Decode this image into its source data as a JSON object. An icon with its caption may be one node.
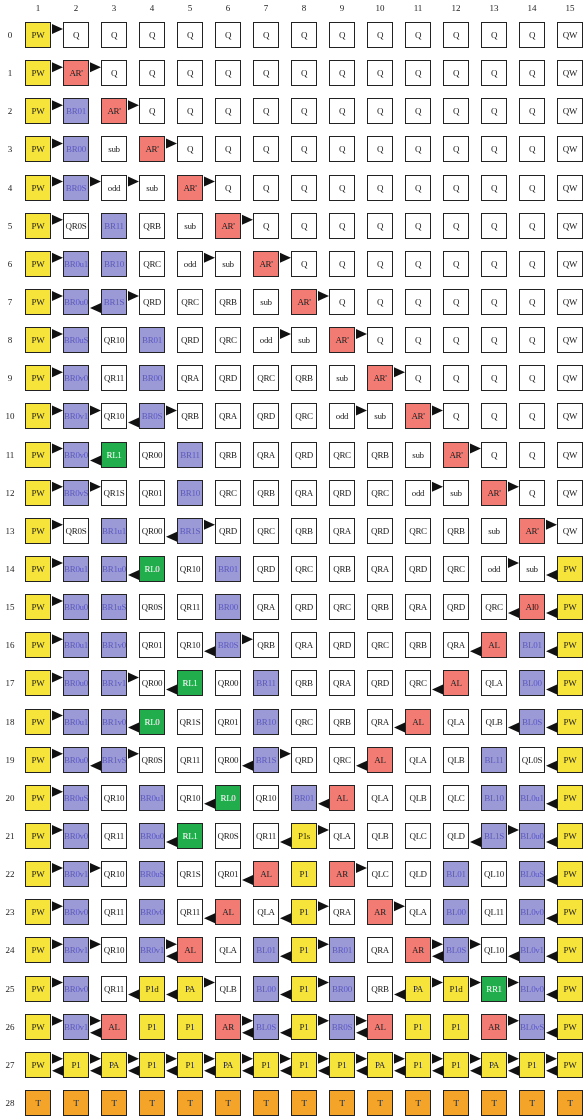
{
  "diagram": {
    "labels": [
      "1",
      "2",
      "3",
      "4",
      "5",
      "6",
      "7",
      "8",
      "9",
      "10",
      "11",
      "12",
      "13",
      "14",
      "15",
      "0",
      "PW",
      "Q",
      "Q",
      "Q",
      "Q",
      "Q",
      "Q",
      "Q",
      "Q",
      "Q",
      "Q",
      "Q",
      "Q",
      "Q",
      "QW",
      "1",
      "PW",
      "AR'",
      "Q",
      "Q",
      "Q",
      "Q",
      "Q",
      "Q",
      "Q",
      "Q",
      "Q",
      "Q",
      "Q",
      "Q",
      "QW",
      "2",
      "PW",
      "BR01",
      "AR'",
      "Q",
      "Q",
      "Q",
      "Q",
      "Q",
      "Q",
      "Q",
      "Q",
      "Q",
      "Q",
      "Q",
      "QW",
      "3",
      "PW",
      "BR00",
      "sub",
      "AR'",
      "Q",
      "Q",
      "Q",
      "Q",
      "Q",
      "Q",
      "Q",
      "Q",
      "Q",
      "Q",
      "QW",
      "4",
      "PW",
      "BR0S",
      "odd",
      "sub",
      "AR'",
      "Q",
      "Q",
      "Q",
      "Q",
      "Q",
      "Q",
      "Q",
      "Q",
      "Q",
      "QW",
      "5",
      "PW",
      "QR0S",
      "BR11",
      "QRB",
      "sub",
      "AR'",
      "Q",
      "Q",
      "Q",
      "Q",
      "Q",
      "Q",
      "Q",
      "Q",
      "QW",
      "6",
      "PW",
      "BR0u1",
      "BR10",
      "QRC",
      "odd",
      "sub",
      "AR'",
      "Q",
      "Q",
      "Q",
      "Q",
      "Q",
      "Q",
      "Q",
      "QW",
      "7",
      "PW",
      "BR0u0",
      "BR1S",
      "QRD",
      "QRC",
      "QRB",
      "sub",
      "AR'",
      "Q",
      "Q",
      "Q",
      "Q",
      "Q",
      "Q",
      "QW",
      "8",
      "PW",
      "BR0uS",
      "QR10",
      "BR01",
      "QRD",
      "QRC",
      "odd",
      "sub",
      "AR'",
      "Q",
      "Q",
      "Q",
      "Q",
      "Q",
      "QW",
      "9",
      "PW",
      "BR0v0",
      "QR11",
      "BR00",
      "QRA",
      "QRD",
      "QRC",
      "QRB",
      "sub",
      "AR'",
      "Q",
      "Q",
      "Q",
      "Q",
      "QW",
      "10",
      "PW",
      "BR0v1",
      "QR10",
      "BR0S",
      "QRB",
      "QRA",
      "QRD",
      "QRC",
      "odd",
      "sub",
      "AR'",
      "Q",
      "Q",
      "Q",
      "QW",
      "11",
      "PW",
      "BR0v0",
      "RL1",
      "QR00",
      "BR11",
      "QRB",
      "QRA",
      "QRD",
      "QRC",
      "QRB",
      "sub",
      "AR'",
      "Q",
      "Q",
      "QW",
      "12",
      "PW",
      "BR0vS",
      "QR1S",
      "QR01",
      "BR10",
      "QRC",
      "QRB",
      "QRA",
      "QRD",
      "QRC",
      "odd",
      "sub",
      "AR'",
      "Q",
      "QW",
      "13",
      "PW",
      "QR0S",
      "BR1u1",
      "QR00",
      "BR1S",
      "QRD",
      "QRC",
      "QRB",
      "QRA",
      "QRD",
      "QRC",
      "QRB",
      "sub",
      "AR'",
      "QW",
      "14",
      "PW",
      "BR0u1",
      "BR1u0",
      "RL0",
      "QR10",
      "BR01",
      "QRD",
      "QRC",
      "QRB",
      "QRA",
      "QRD",
      "QRC",
      "odd",
      "sub",
      "PW",
      "15",
      "PW",
      "BR0u0",
      "BR1uS",
      "QR0S",
      "QR11",
      "BR00",
      "QRA",
      "QRD",
      "QRC",
      "QRB",
      "QRA",
      "QRD",
      "QRC",
      "AI0",
      "PW",
      "16",
      "PW",
      "BR0u1",
      "BR1v0",
      "QR01",
      "QR10",
      "BR0S",
      "QRB",
      "QRA",
      "QRD",
      "QRC",
      "QRB",
      "QRA",
      "AL",
      "BL01",
      "PW",
      "17",
      "PW",
      "BR0u0",
      "BR1v1",
      "QR00",
      "RL1",
      "QR00",
      "BR11",
      "QRB",
      "QRA",
      "QRD",
      "QRC",
      "AL",
      "QLA",
      "BL00",
      "PW",
      "18",
      "PW",
      "BR0u1",
      "BR1v0",
      "RL0",
      "QR1S",
      "QR01",
      "BR10",
      "QRC",
      "QRB",
      "QRA",
      "AL",
      "QLA",
      "QLB",
      "BL0S",
      "PW",
      "19",
      "PW",
      "BR0u0",
      "BR1vS",
      "QR0S",
      "QR11",
      "QR00",
      "BR1S",
      "QRD",
      "QRC",
      "AL",
      "QLA",
      "QLB",
      "BL11",
      "QL0S",
      "PW",
      "20",
      "PW",
      "BR0uS",
      "QR10",
      "BR0u1",
      "QR10",
      "RL0",
      "QR10",
      "BR01",
      "AL",
      "QLA",
      "QLB",
      "QLC",
      "BL10",
      "BL0u1",
      "PW",
      "21",
      "PW",
      "BR0v0",
      "QR11",
      "BR0u0",
      "RL1",
      "QR0S",
      "QR11",
      "P1s",
      "QLA",
      "QLB",
      "QLC",
      "QLD",
      "BL1S",
      "BL0u0",
      "PW",
      "22",
      "PW",
      "BR0v1",
      "QR10",
      "BR0uS",
      "QR1S",
      "QR01",
      "AL",
      "P1",
      "AR",
      "QLC",
      "QLD",
      "BL01",
      "QL10",
      "BL0uS",
      "PW",
      "23",
      "PW",
      "BR0v0",
      "QR11",
      "BR0v0",
      "QR11",
      "AL",
      "QLA",
      "P1",
      "QRA",
      "AR",
      "QLA",
      "BL00",
      "QL11",
      "BL0v0",
      "PW",
      "24",
      "PW",
      "BR0v1",
      "QR10",
      "BR0v1",
      "AL",
      "QLA",
      "BL01",
      "P1",
      "BR01",
      "QRA",
      "AR",
      "BL0S",
      "QL10",
      "BL0v1",
      "PW",
      "25",
      "PW",
      "BR0v0",
      "QR11",
      "P1d",
      "PA",
      "QLB",
      "BL00",
      "P1",
      "BR00",
      "QRB",
      "PA",
      "P1d",
      "RR1",
      "BL0v0",
      "PW",
      "26",
      "PW",
      "BR0v1",
      "AL",
      "P1",
      "P1",
      "AR",
      "BL0S",
      "P1",
      "BR0S",
      "AL",
      "P1",
      "P1",
      "AR",
      "BL0vS",
      "PW",
      "27",
      "PW",
      "P1",
      "PA",
      "P1",
      "P1",
      "PA",
      "P1",
      "P1",
      "P1",
      "PA",
      "P1",
      "P1",
      "PA",
      "P1",
      "PW",
      "28",
      "T",
      "T",
      "T",
      "T",
      "T",
      "T",
      "T",
      "T",
      "T",
      "T",
      "T",
      "T",
      "T",
      "T",
      "T"
    ]
  }
}
